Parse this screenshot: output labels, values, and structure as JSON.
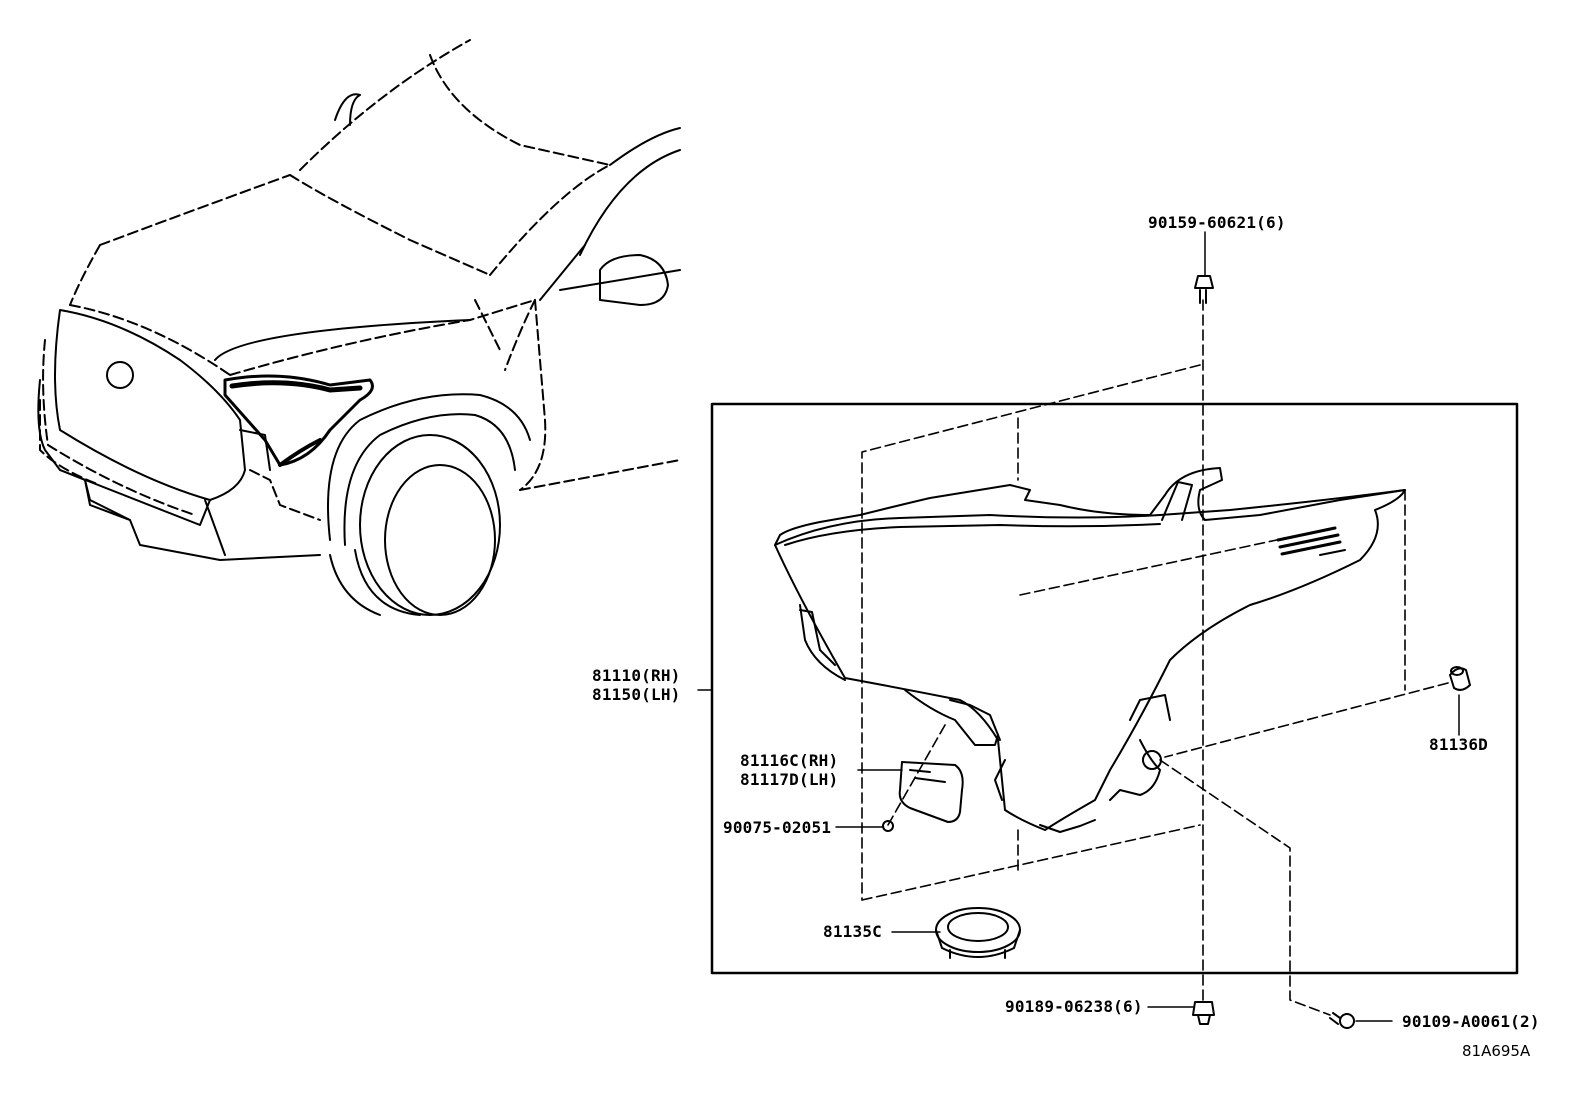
{
  "diagram": {
    "id_code": "81A695A",
    "parts": [
      {
        "key": "bolt_top",
        "number": "90159-60621(6)"
      },
      {
        "key": "headlamp_rh",
        "number": "81110(RH)"
      },
      {
        "key": "headlamp_lh",
        "number": "81150(LH)"
      },
      {
        "key": "lens_rh",
        "number": "81116C(RH)"
      },
      {
        "key": "lens_lh",
        "number": "81117D(LH)"
      },
      {
        "key": "screw",
        "number": "90075-02051"
      },
      {
        "key": "cap",
        "number": "81136D"
      },
      {
        "key": "socket_cover",
        "number": "81135C"
      },
      {
        "key": "nut_bottom",
        "number": "90189-06238(6)"
      },
      {
        "key": "bolt_right",
        "number": "90109-A0061(2)"
      }
    ]
  }
}
